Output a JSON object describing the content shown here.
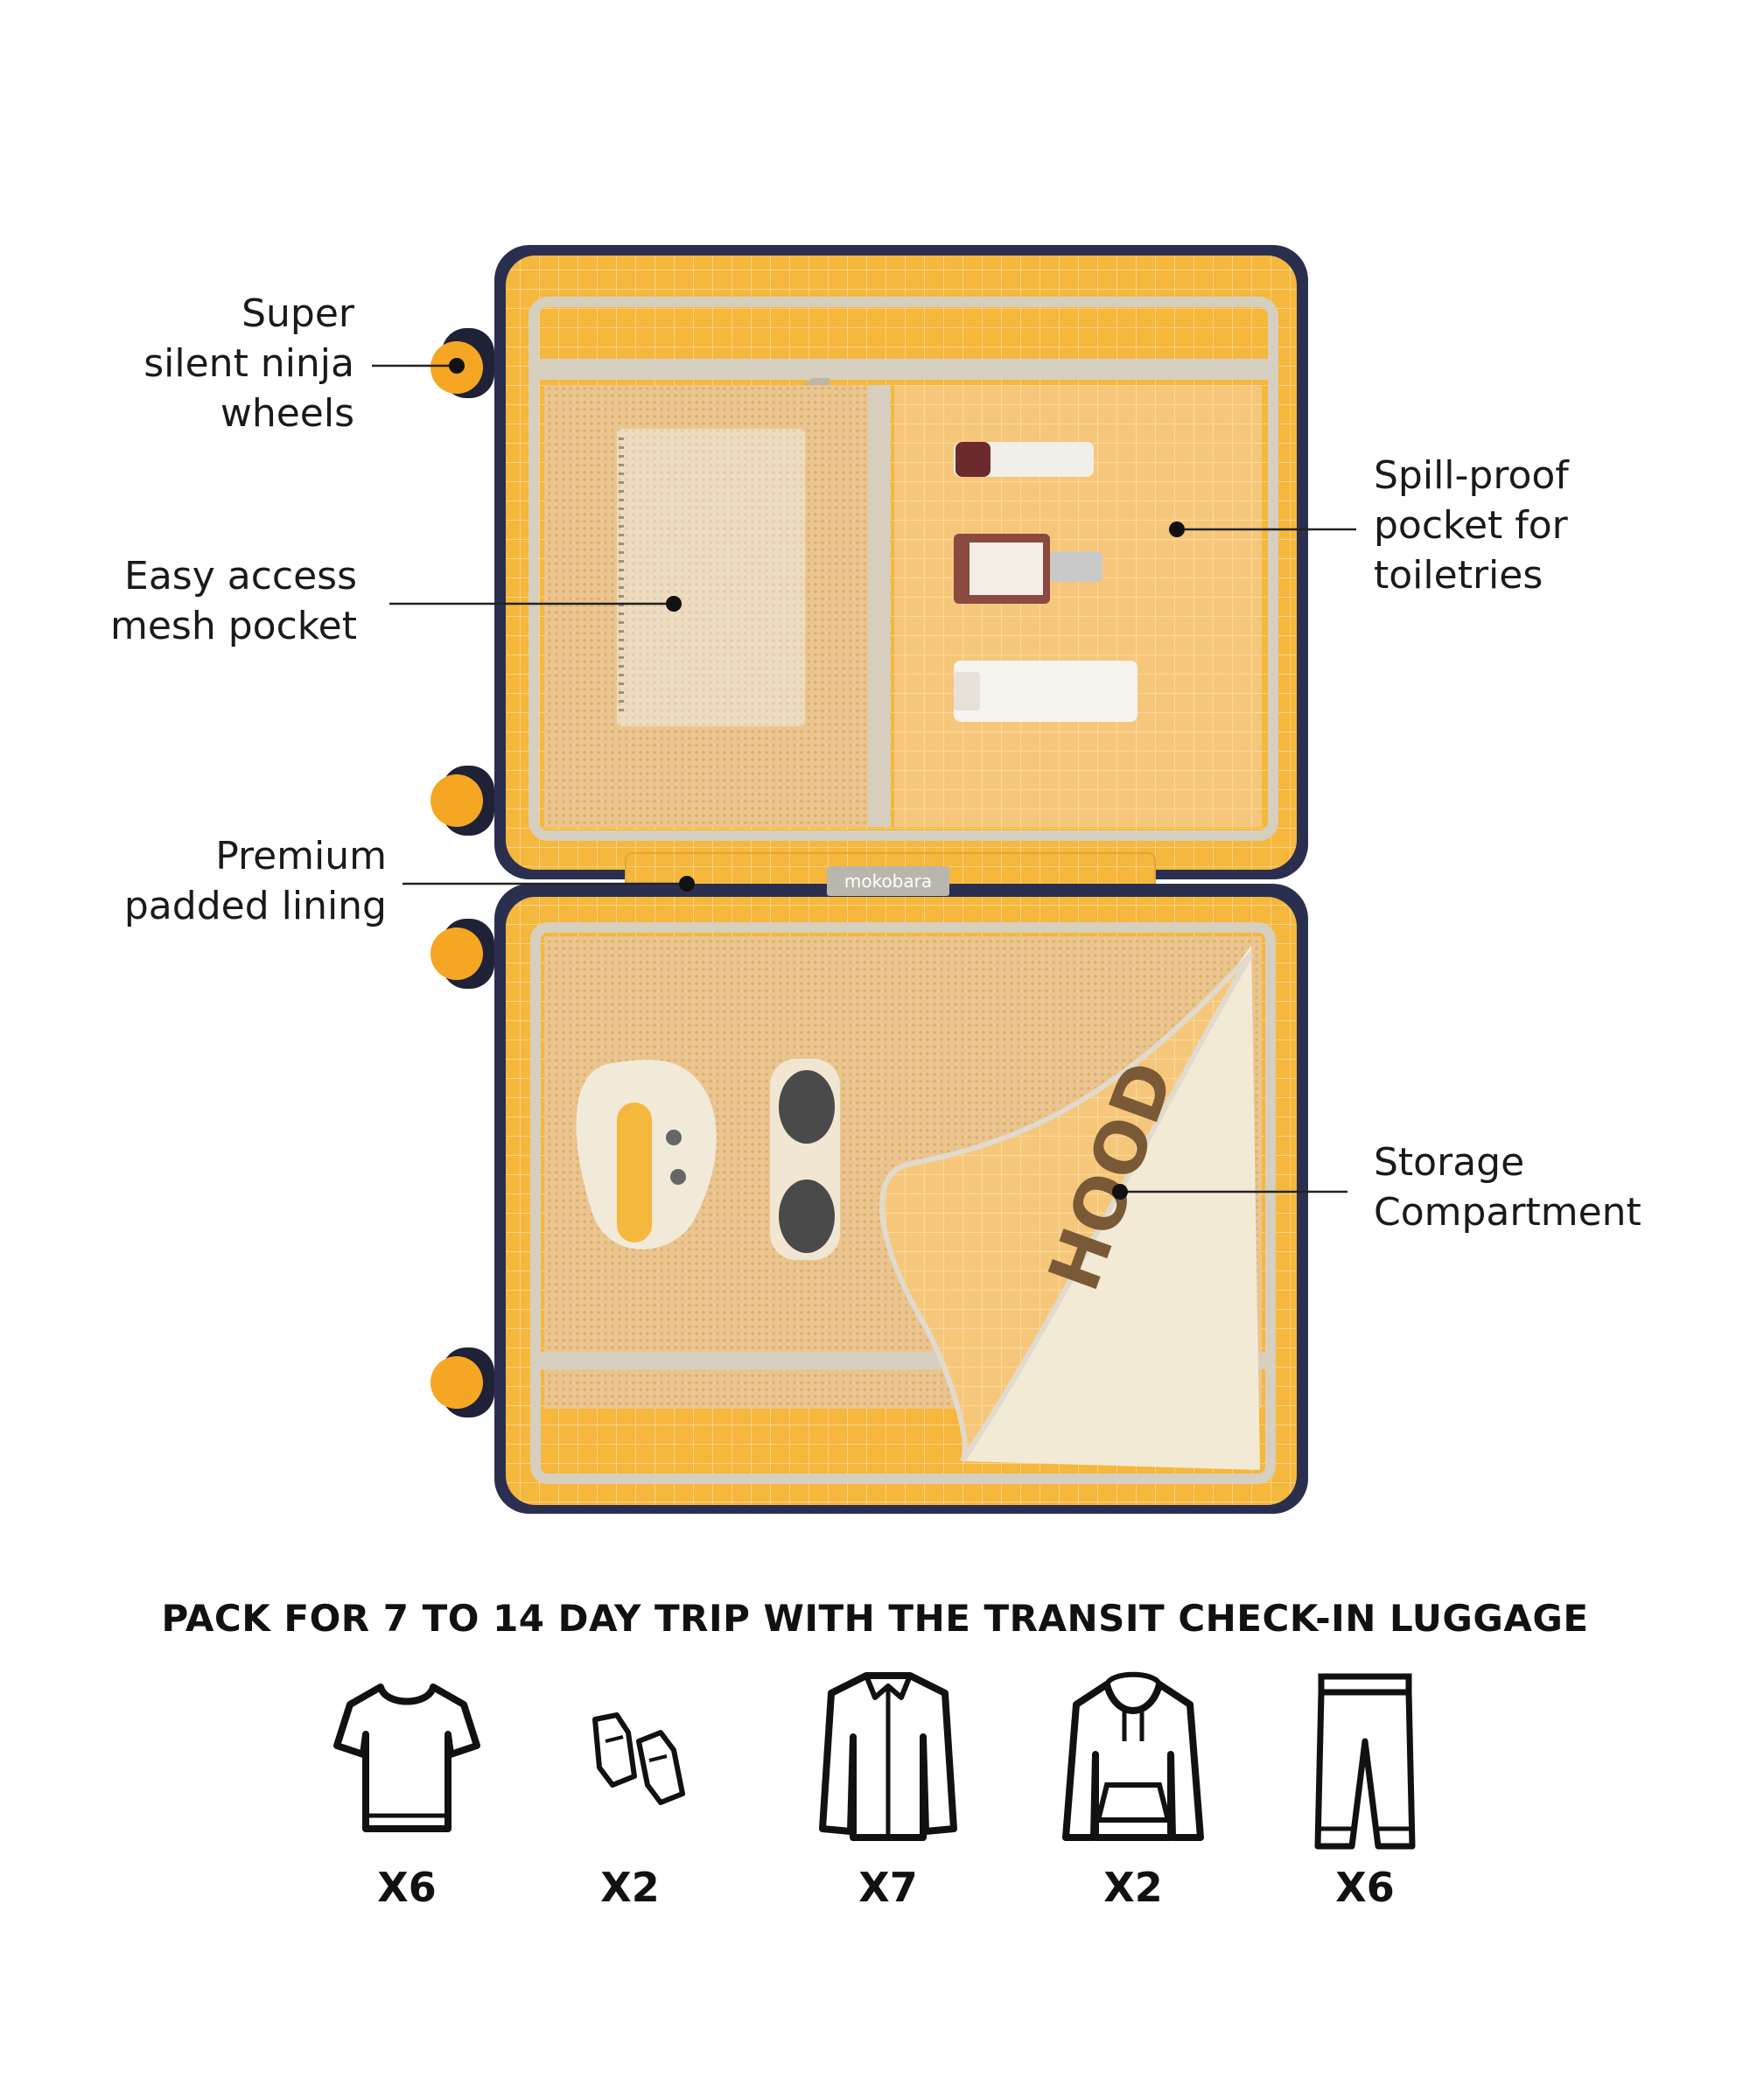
{
  "callouts": {
    "wheels": "Super\nsilent ninja\nwheels",
    "mesh_pocket": "Easy access\nmesh pocket",
    "lining": "Premium\npadded lining",
    "spill_proof": "Spill-proof\npocket for\ntoiletries",
    "storage": "Storage\nCompartment"
  },
  "brand_label": "mokobara",
  "pack": {
    "title": "PACK FOR 7 TO 14 DAY TRIP WITH THE TRANSIT CHECK-IN LUGGAGE",
    "items": [
      {
        "icon": "tshirt-icon",
        "count": "X6"
      },
      {
        "icon": "sneakers-icon",
        "count": "X2"
      },
      {
        "icon": "shirt-icon",
        "count": "X7"
      },
      {
        "icon": "hoodie-icon",
        "count": "X2"
      },
      {
        "icon": "trousers-icon",
        "count": "X6"
      }
    ]
  },
  "colors": {
    "lining": "#f5b73c",
    "lining_light": "#f7cf88",
    "shell": "#2b2f4f",
    "zipper_tape": "#d7cfbf",
    "mesh": "#e9c79a"
  }
}
